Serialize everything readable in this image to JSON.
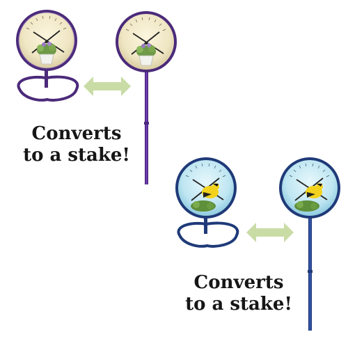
{
  "captions": [
    {
      "line1": "Converts",
      "line2": "to a stake!"
    },
    {
      "line1": "Converts",
      "line2": "to a stake!"
    }
  ],
  "products": [
    {
      "model": "thermometer-hygrometer-with-potted-plant-dial",
      "frame_color": "#4b2a7a",
      "dial_color": "#efe6c4",
      "stake_color": "#5b2a9c"
    },
    {
      "model": "thermometer-hygrometer-with-goldfinch-dial",
      "frame_color": "#1f3a78",
      "dial_color": "#bfe6f2",
      "stake_color": "#1e3f8a"
    }
  ],
  "arrow_color": "#c9dca6",
  "icons": [
    "double-arrow-icon",
    "plant-pot-icon",
    "goldfinch-icon",
    "weather-dial-icon"
  ]
}
